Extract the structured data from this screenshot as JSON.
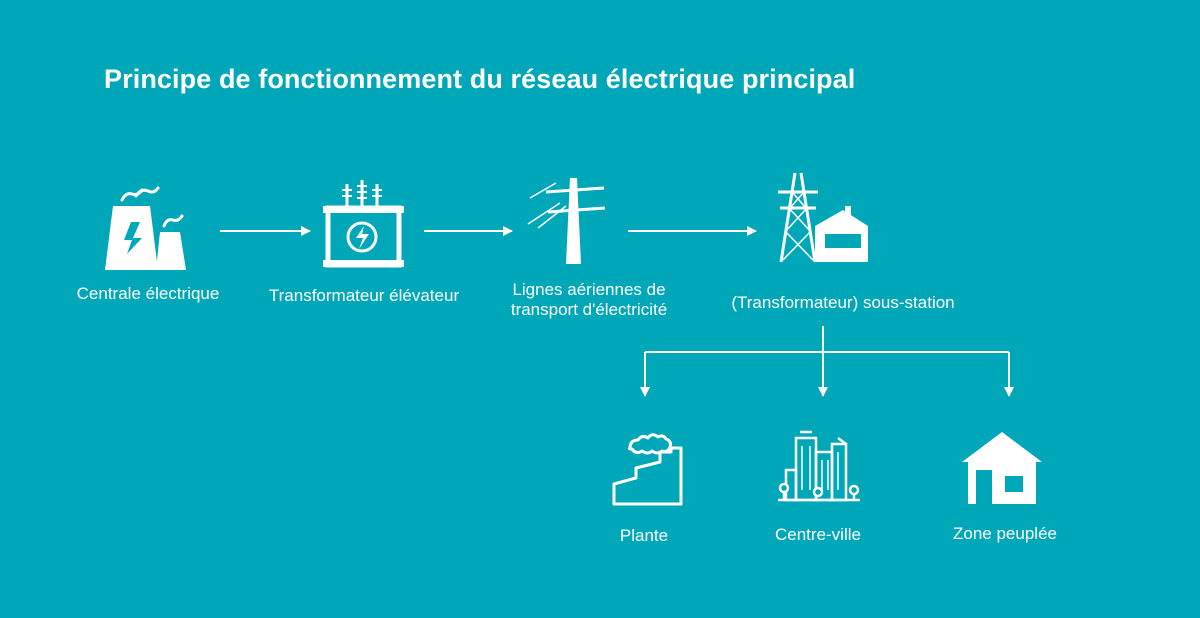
{
  "title": "Principe de fonctionnement du réseau électrique principal",
  "nodes": {
    "power_plant": "Centrale électrique",
    "step_up_transformer": "Transformateur élévateur",
    "transmission_lines_1": "Lignes aériennes de",
    "transmission_lines_2": "transport d'électricité",
    "substation": "(Transformateur) sous-station",
    "factory": "Plante",
    "city_center": "Centre-ville",
    "residential": "Zone peuplée"
  },
  "colors": {
    "background": "#00a7b8",
    "foreground": "#ffffff"
  }
}
